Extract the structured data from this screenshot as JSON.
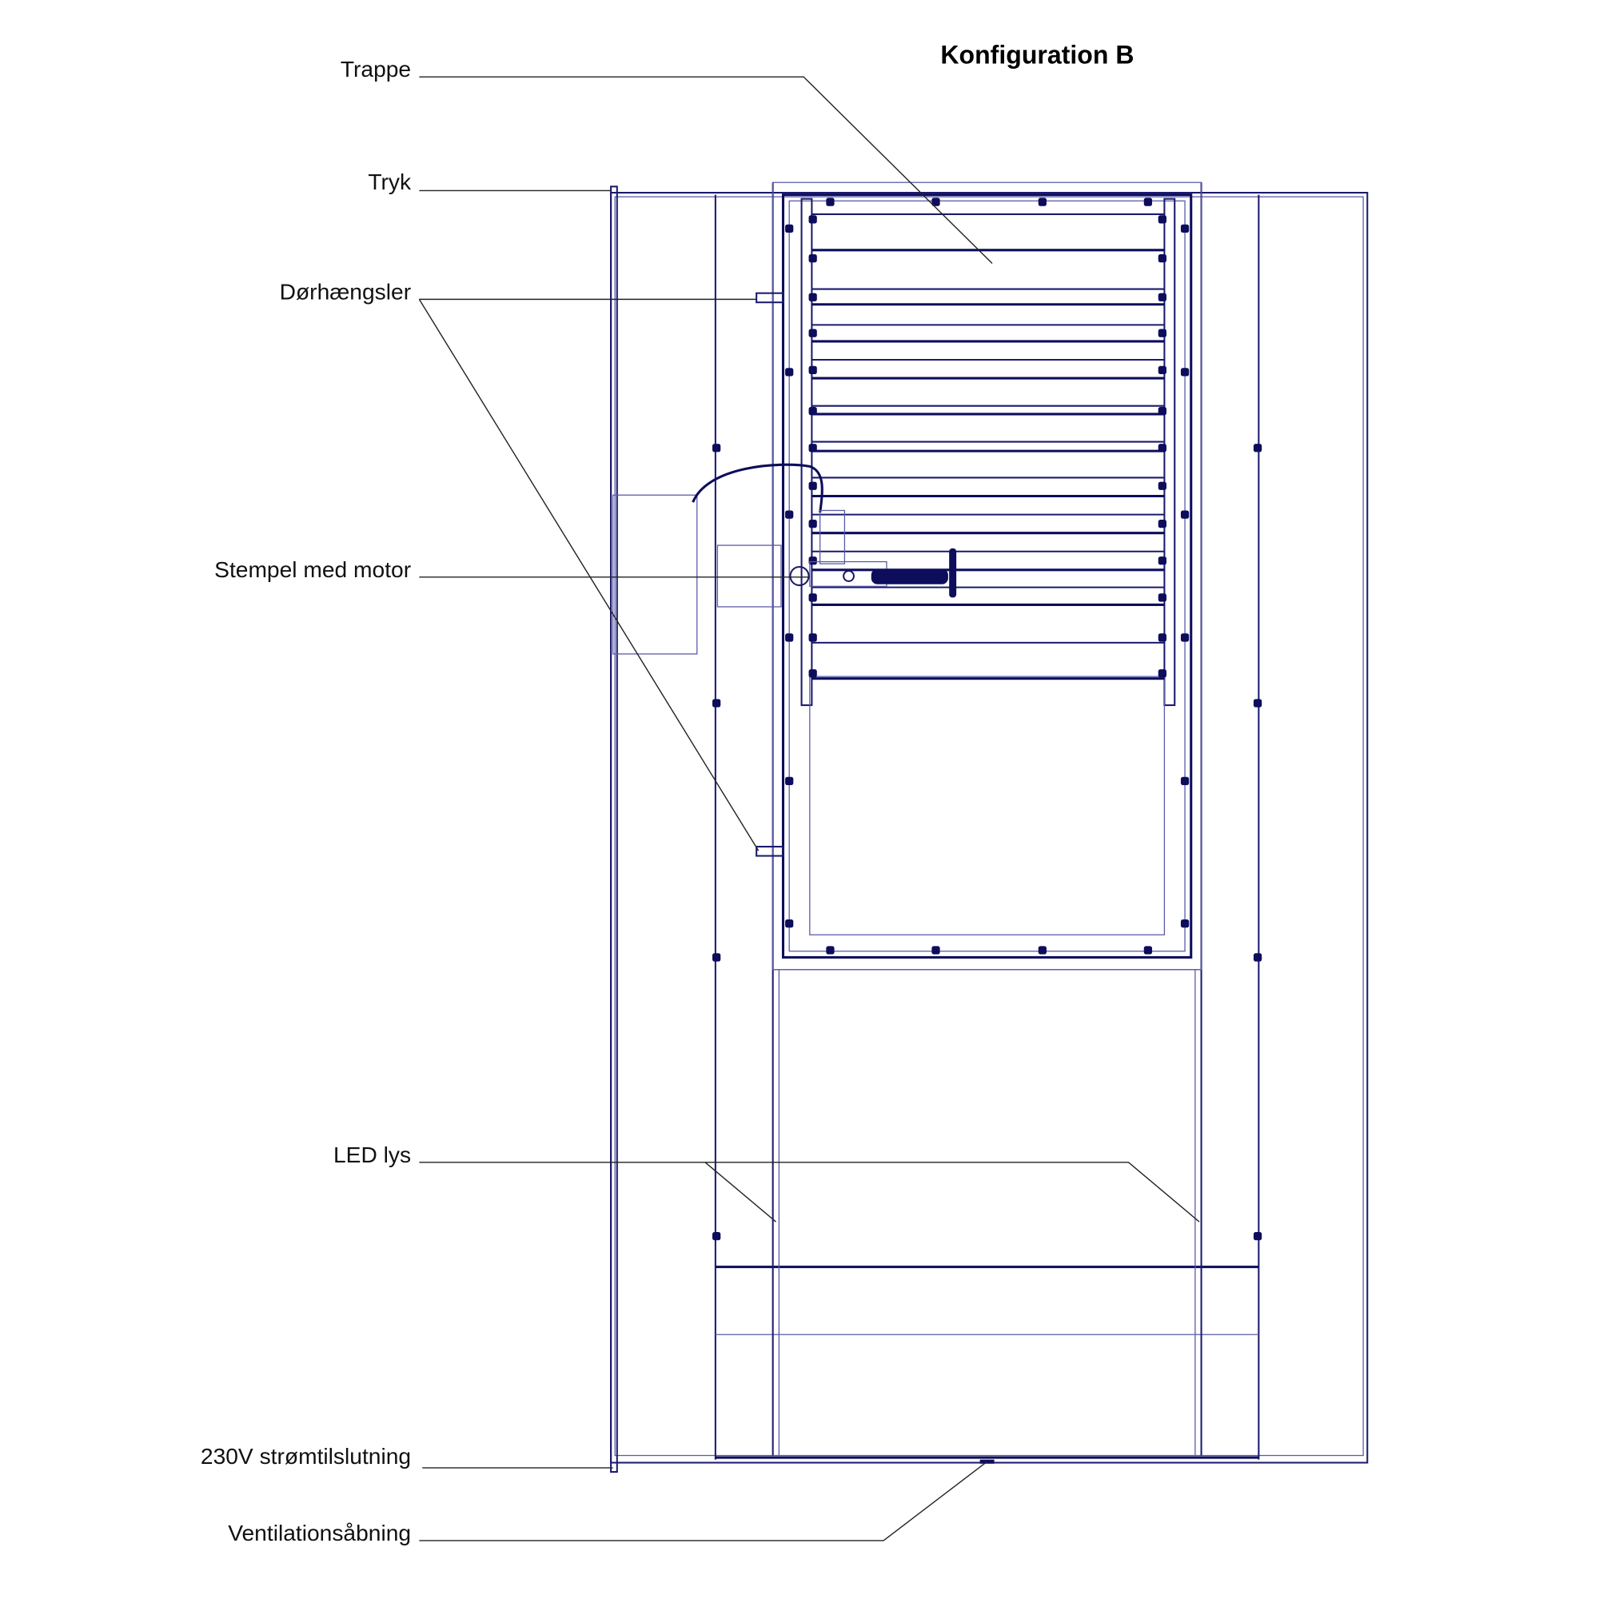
{
  "title": "Konfiguration B",
  "labels": {
    "trappe": "Trappe",
    "tryk": "Tryk",
    "dorhaengsler": "Dørhængsler",
    "stempel": "Stempel med motor",
    "led": "LED lys",
    "strom": "230V strømtilslutning",
    "ventilation": "Ventilationsåbning"
  },
  "colors": {
    "line": "#0d0d5c",
    "thin_line": "#5a5aa8",
    "leader": "#222222"
  }
}
